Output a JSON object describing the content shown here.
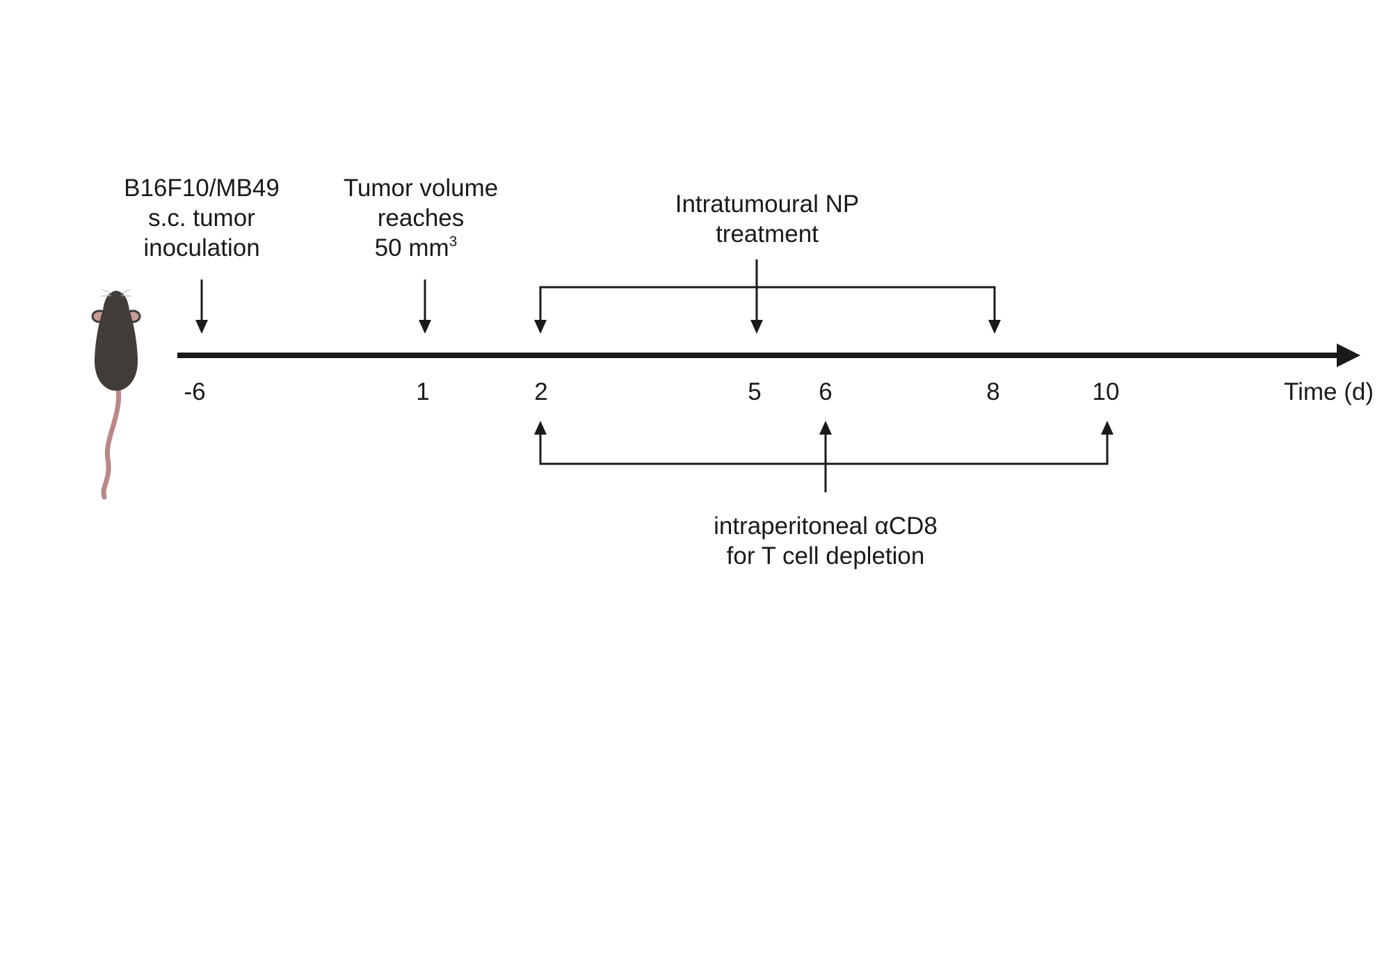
{
  "labels": {
    "inoculation": [
      "B16F10/MB49",
      "s.c. tumor",
      "inoculation"
    ],
    "volume": [
      "Tumor volume",
      "reaches",
      "50 mm"
    ],
    "volume_superscript": "3",
    "np_treatment": [
      "Intratumoural NP",
      "treatment"
    ],
    "depletion": [
      "intraperitoneal αCD8",
      "for T cell depletion"
    ]
  },
  "axis": {
    "label": "Time (d)",
    "ticks": [
      "-6",
      "1",
      "2",
      "5",
      "6",
      "8",
      "10"
    ]
  },
  "colors": {
    "ink": "#1a1a1a",
    "mouse_body": "#3f3c39",
    "mouse_tail": "#b98886"
  },
  "icons": [
    "mouse-icon"
  ]
}
